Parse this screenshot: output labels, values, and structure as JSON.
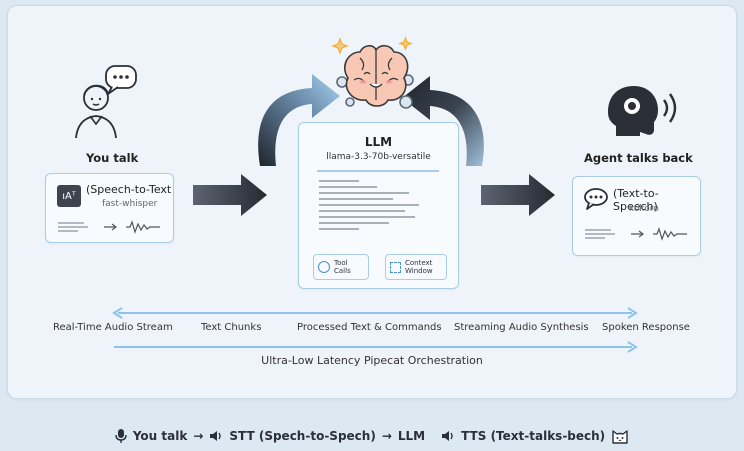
{
  "left": {
    "heading": "You talk",
    "card_title": "(Speech-to-Text",
    "card_sub": "fast-whisper"
  },
  "center": {
    "title": "LLM",
    "model": "llama-3.3-70b-versatile",
    "tool_calls": "Tool Calls",
    "context_window": "Context Window"
  },
  "right": {
    "heading": "Agent talks back",
    "card_title": "(Text-to-Speech)",
    "card_sub": "kokoro"
  },
  "stages": [
    "Real-Time Audio Stream",
    "Text Chunks",
    "Processed Text & Commands",
    "Streaming Audio Synthesis",
    "Spoken Response"
  ],
  "orchestration": "Ultra-Low Latency Pipecat Orchestration",
  "footer": {
    "you_talk": "You talk",
    "arrow1": "→",
    "stt": "STT (Spech-to-Spech)",
    "arrow2": "→",
    "llm": "LLM",
    "tts": "TTS (Text-talks-bech)"
  },
  "icons": {
    "mic": "microphone-icon",
    "speaker": "speaker-icon",
    "cat": "cat-icon",
    "brain": "brain-icon",
    "user": "user-talking-icon",
    "agent": "agent-speaking-icon"
  }
}
